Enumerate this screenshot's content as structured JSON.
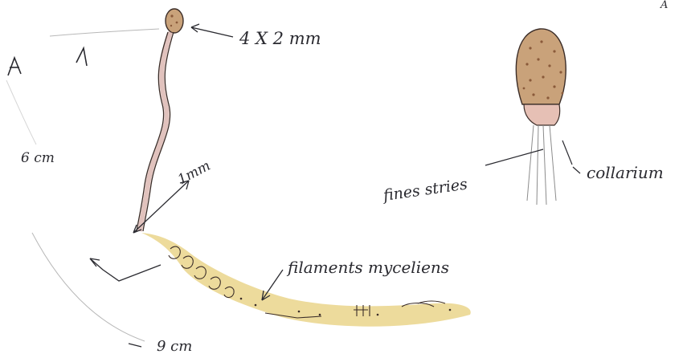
{
  "labels": {
    "cap_size": "4 X 2 mm",
    "stipe_width": "1mm",
    "height_6cm": "6 cm",
    "height_9cm": "9 cm",
    "mycelial_filaments": "filaments myceliens",
    "fine_striae": "fines stries",
    "collarium": "collarium",
    "corner_mark": "A"
  },
  "colors": {
    "ink": "#2a2a30",
    "cap": "#c9a27a",
    "cap_dots": "#8a5a3a",
    "stipe": "#c98f86",
    "mycelium": "#e7cf7b"
  }
}
